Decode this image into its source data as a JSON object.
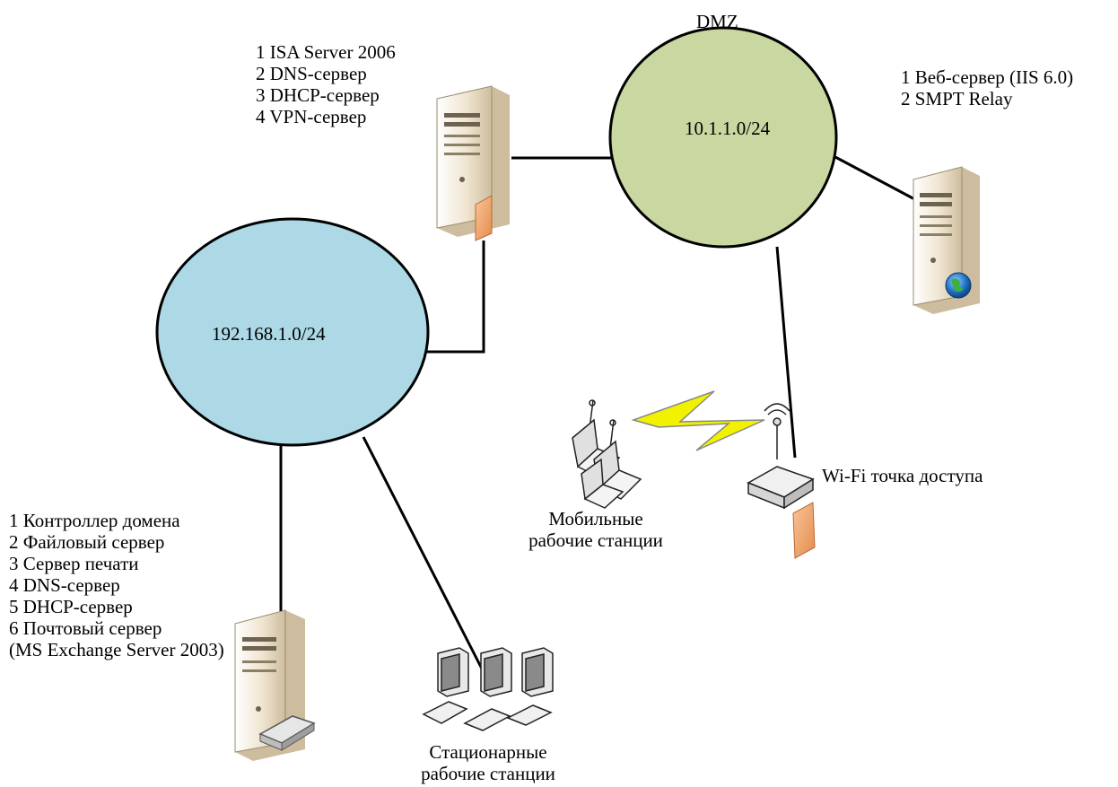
{
  "zones": {
    "dmz": {
      "title": "DMZ",
      "subnet": "10.1.1.0/24",
      "fill": "#c8d8a0"
    },
    "lan": {
      "subnet": "192.168.1.0/24",
      "fill": "#add8e6"
    }
  },
  "isa_server": {
    "icon": "tower-server-icon",
    "roles": [
      "1 ISA Server 2006",
      "2 DNS-сервер",
      "3 DHCP-сервер",
      "4 VPN-сервер"
    ]
  },
  "web_server": {
    "icon": "web-server-icon",
    "roles": [
      "1 Веб-сервер (IIS 6.0)",
      "2 SMPT Relay"
    ]
  },
  "lan_server": {
    "icon": "tower-server-icon",
    "roles": [
      "1 Контроллер домена",
      "2 Файловый сервер",
      "3 Сервер печати",
      "4 DNS-сервер",
      "5 DHCP-сервер",
      "6 Почтовый сервер",
      "(MS Exchange Server 2003)"
    ]
  },
  "wifi_ap": {
    "icon": "wifi-access-point-icon",
    "label": "Wi-Fi точка доступа"
  },
  "mobile_stations": {
    "icon": "laptops-icon",
    "label_lines": [
      "Мобильные",
      "рабочие станции"
    ]
  },
  "desktop_stations": {
    "icon": "desktop-workstations-icon",
    "label_lines": [
      "Стационарные",
      "рабочие станции"
    ]
  },
  "wireless_link": {
    "icon": "lightning-bolt-icon",
    "color": "#f0f000"
  },
  "colors": {
    "line": "#000000",
    "server_body": "#f3e9d6",
    "server_shadow": "#c9b99a",
    "nic": "#f3a86b"
  }
}
